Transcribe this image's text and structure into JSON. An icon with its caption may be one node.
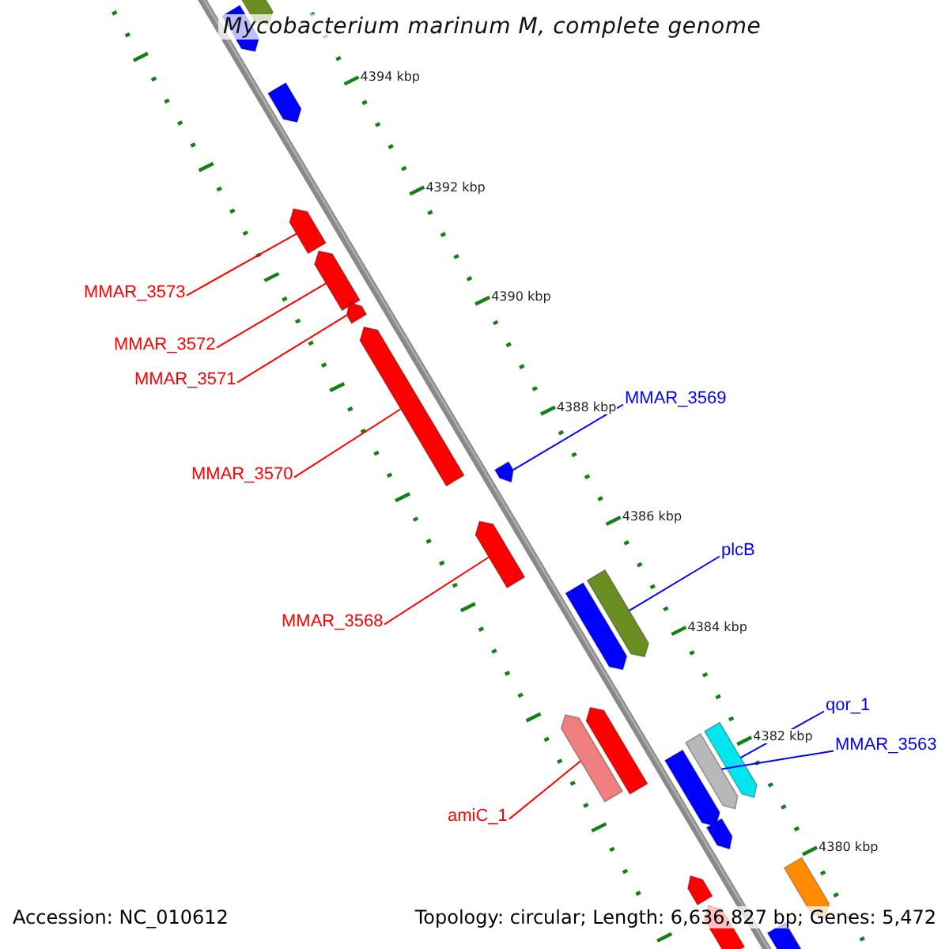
{
  "diagram": {
    "title": "Mycobacterium marinum M, complete genome",
    "nodes": [
      {
        "text": [
          "MMAR_3573"
        ]
      },
      {
        "text": [
          "MMAR_3572"
        ]
      },
      {
        "text": [
          "MMAR_3571"
        ]
      },
      {
        "text": [
          "MMAR_3569"
        ]
      },
      {
        "text": [
          "MMAR_3570"
        ]
      },
      {
        "text": [
          "plcB"
        ]
      },
      {
        "text": [
          "MMAR_3568"
        ]
      },
      {
        "text": [
          "qor_1"
        ]
      },
      {
        "text": [
          "MMAR_3563"
        ]
      },
      {
        "text": [
          "amiC_1"
        ]
      },
      {
        "text": [],
        "shape": "bar"
      },
      {
        "text": [],
        "shape": "bar"
      },
      {
        "text": [],
        "shape": "bar"
      },
      {
        "text": [],
        "shape": "bar"
      },
      {
        "text": [],
        "shape": "bar"
      },
      {
        "text": [],
        "shape": "bar"
      },
      {
        "text": [],
        "shape": "bar"
      },
      {
        "text": [],
        "shape": "bar"
      },
      {
        "text": [],
        "shape": "bar"
      },
      {
        "text": [],
        "shape": "bar"
      }
    ],
    "edges": [
      {
        "from": 0,
        "to": 10,
        "arrow": "none"
      },
      {
        "from": 1,
        "to": 11,
        "arrow": "none"
      },
      {
        "from": 2,
        "to": 12,
        "arrow": "none"
      },
      {
        "from": 3,
        "to": 13,
        "arrow": "none",
        "color": "#0000ff"
      },
      {
        "from": 4,
        "to": 14,
        "arrow": "none"
      },
      {
        "from": 5,
        "to": 15,
        "arrow": "none",
        "color": "#0000ff"
      },
      {
        "from": 6,
        "to": 16,
        "arrow": "none"
      },
      {
        "from": 7,
        "to": 17,
        "arrow": "none",
        "color": "#0000ff"
      },
      {
        "from": 8,
        "to": 18,
        "arrow": "none",
        "color": "#0000ff"
      },
      {
        "from": 9,
        "to": 19,
        "arrow": "none"
      }
    ],
    "labels": [
      "4394 kbp",
      "4392 kbp",
      "4390 kbp",
      "4388 kbp",
      "4386 kbp",
      "4384 kbp",
      "4382 kbp",
      "4380 kbp",
      "Accession: NC_010612",
      "Topology: circular; Length: 6,636,827 bp; Genes: 5,472"
    ]
  }
}
